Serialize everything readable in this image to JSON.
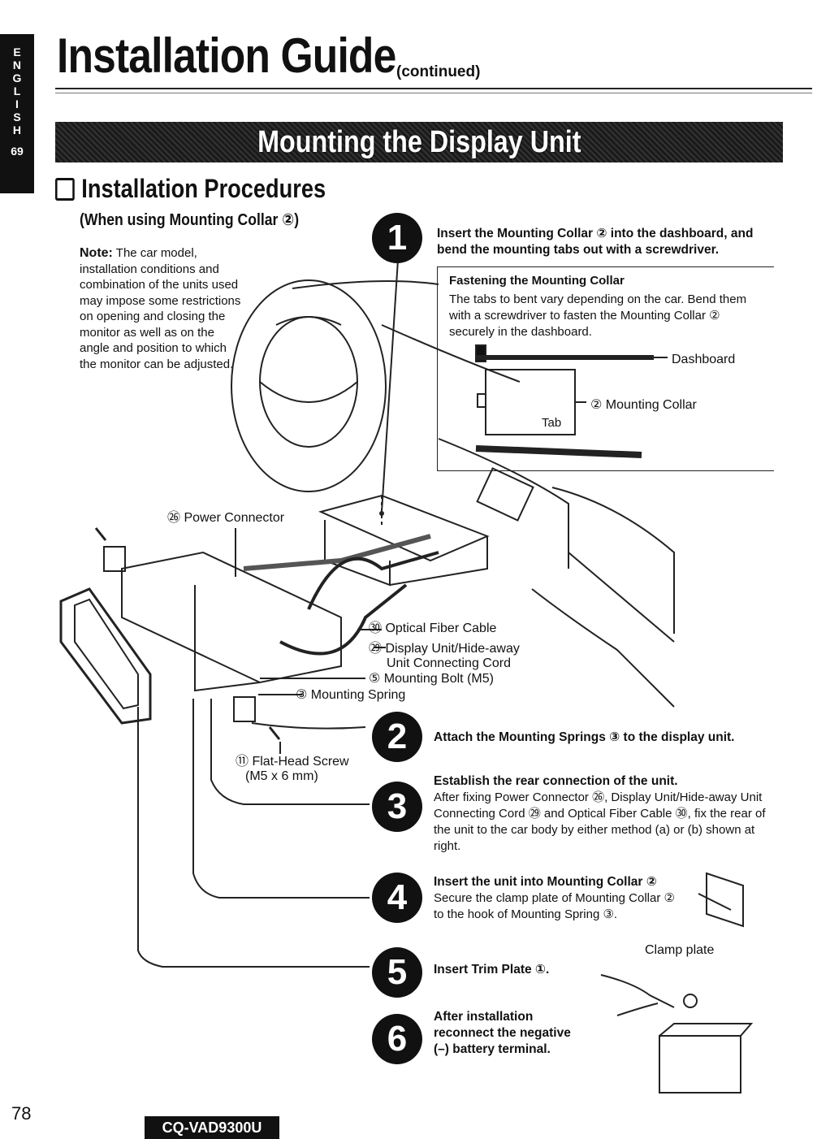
{
  "side_tab": {
    "letters": [
      "E",
      "N",
      "G",
      "L",
      "I",
      "S",
      "H"
    ],
    "page": "69"
  },
  "header": {
    "title": "Installation Guide",
    "continued": "(continued)"
  },
  "banner": {
    "text": "Mounting the Display Unit"
  },
  "section": {
    "title": "Installation Procedures",
    "subtitle": "(When using Mounting Collar ②)"
  },
  "note": {
    "label": "Note:",
    "text": "The car model, installation conditions and combination of the units used may impose some restrictions on opening and closing the monitor as well as on the angle and position to which the monitor can be adjusted."
  },
  "fastening": {
    "heading": "Fastening the Mounting Collar",
    "body": "The tabs to bent vary depending on the car. Bend them with a screwdriver to fasten the Mounting Collar ② securely in the dashboard.",
    "label_dashboard": "Dashboard",
    "label_collar": "② Mounting Collar",
    "label_tab": "Tab"
  },
  "steps": [
    {
      "num": "1",
      "heading": "Insert the Mounting Collar ② into the dashboard, and bend the mounting tabs out with a screwdriver.",
      "body": ""
    },
    {
      "num": "2",
      "heading": "Attach the Mounting Springs ③ to the display unit.",
      "body": ""
    },
    {
      "num": "3",
      "heading": "Establish the rear connection of the unit.",
      "body": "After fixing Power Connector ㉖, Display Unit/Hide-away Unit Connecting Cord ㉙ and Optical Fiber Cable ㉚, fix the rear of the unit to the car body by either method (a) or (b) shown at right."
    },
    {
      "num": "4",
      "heading": "Insert the unit into Mounting Collar ②",
      "body": "Secure the clamp plate of Mounting Collar ② to the hook of Mounting Spring ③."
    },
    {
      "num": "5",
      "heading": "Insert Trim Plate ①.",
      "body": ""
    },
    {
      "num": "6",
      "heading": "After installation reconnect the negative (–) battery terminal.",
      "body": ""
    }
  ],
  "labels": {
    "power_connector": "㉖ Power Connector",
    "optical_fiber": "㉚ Optical Fiber Cable",
    "display_cord_1": "㉙ Display Unit/Hide-away",
    "display_cord_2": "Unit Connecting Cord",
    "mounting_bolt": "⑤ Mounting Bolt (M5)",
    "mounting_spring": "③ Mounting Spring",
    "flat_head_1": "⑪ Flat-Head Screw",
    "flat_head_2": "(M5 x 6 mm)",
    "clamp_plate": "Clamp plate"
  },
  "footer": {
    "page": "78",
    "model": "CQ-VAD9300U"
  }
}
